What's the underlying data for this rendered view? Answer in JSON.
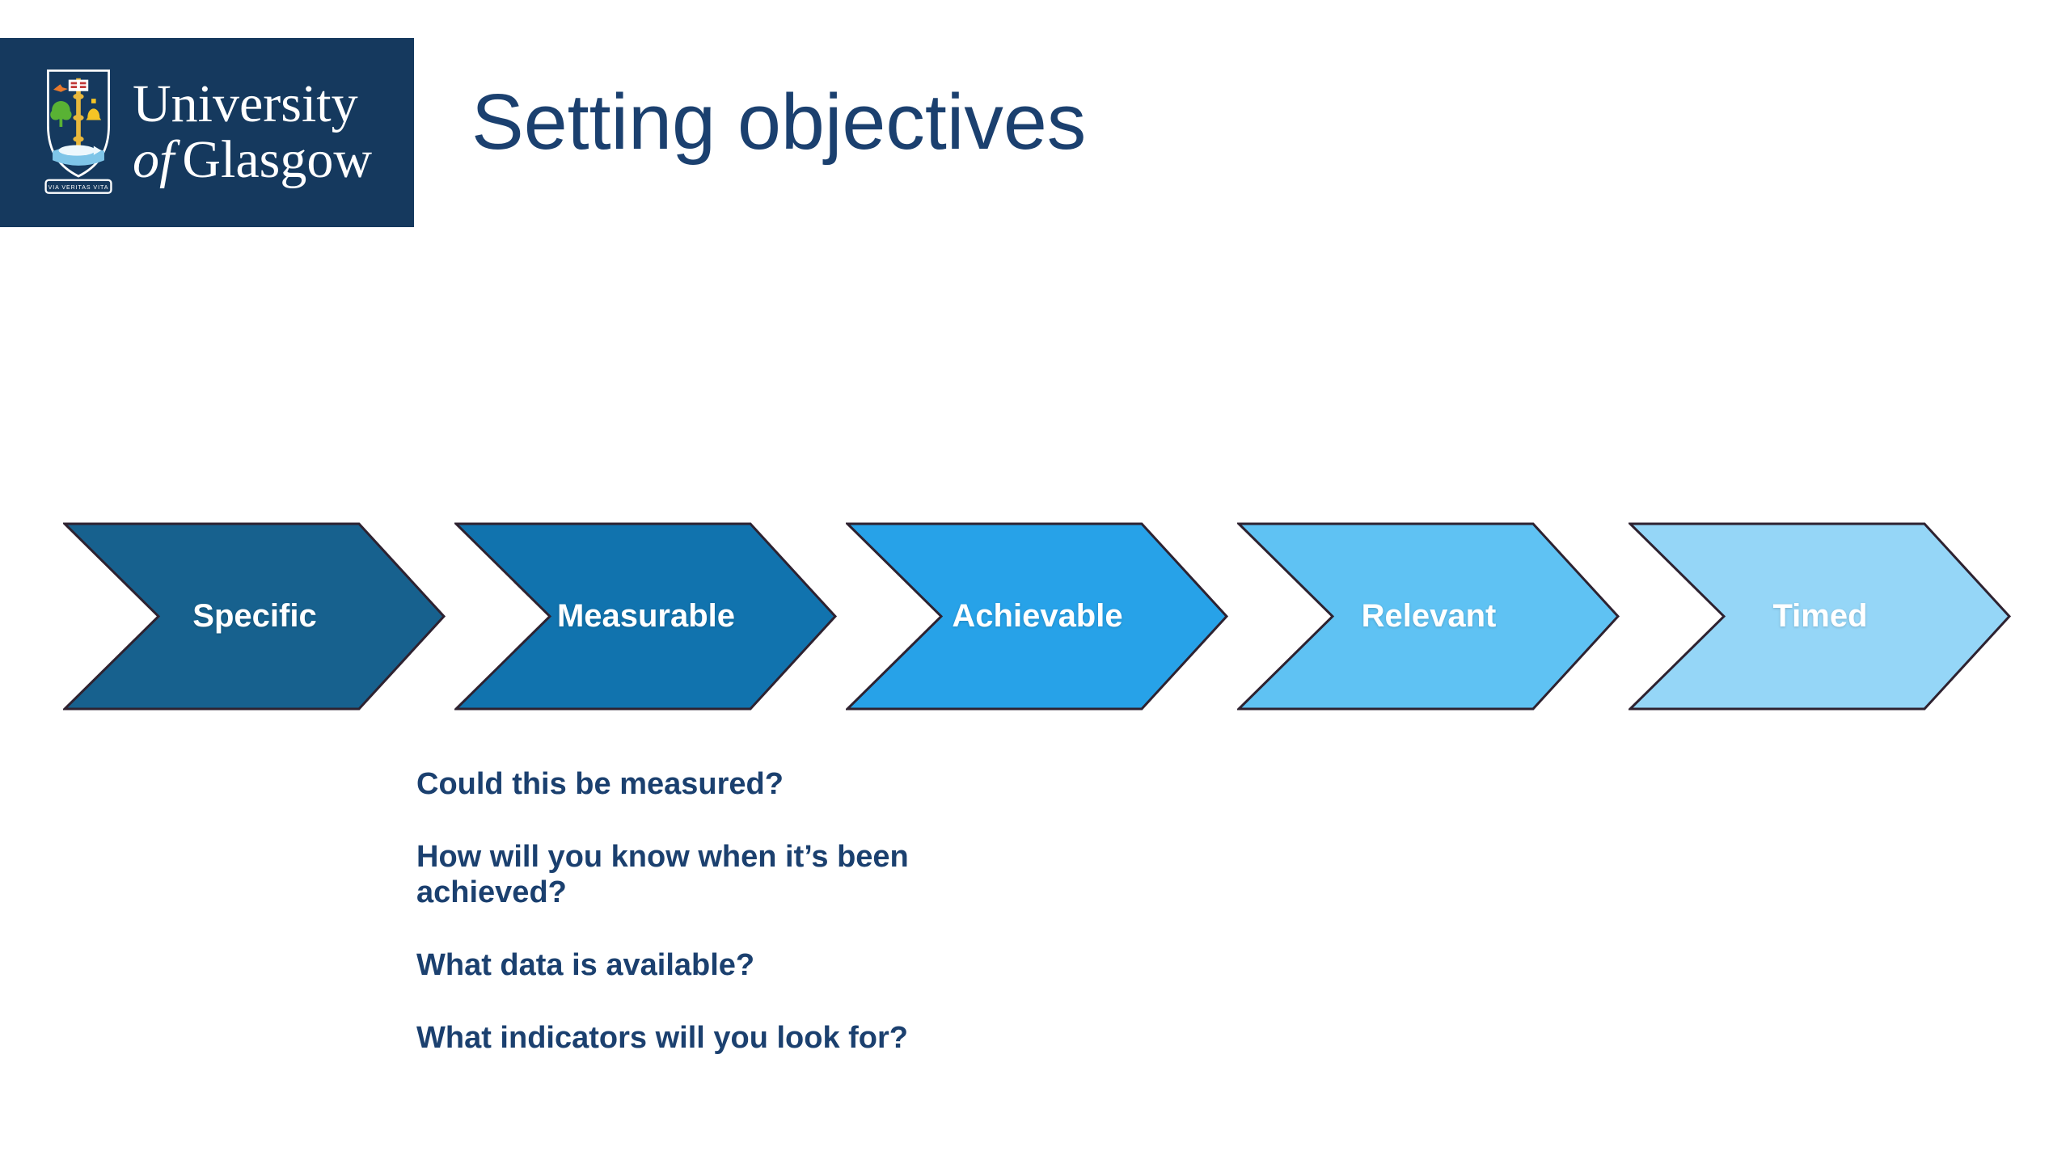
{
  "title": "Setting objectives",
  "logo": {
    "line1": "University",
    "line2_of": "of",
    "line2_rest": "Glasgow",
    "motto": "VIA VERITAS VITA"
  },
  "chevrons": [
    {
      "label": "Specific",
      "color": "#17618e"
    },
    {
      "label": "Measurable",
      "color": "#1173ae"
    },
    {
      "label": "Achievable",
      "color": "#27a2e8"
    },
    {
      "label": "Relevant",
      "color": "#5fc2f3"
    },
    {
      "label": "Timed",
      "color": "#95d6f7"
    }
  ],
  "questions": [
    "Could this be measured?",
    "How will you know when it’s been\nachieved?",
    "What data is available?",
    "What indicators will you look for?"
  ],
  "colors": {
    "background": "#ffffff",
    "brand_navy": "#15395e",
    "title_text": "#1b406f",
    "question_text": "#1b406f",
    "chevron_outline": "#2e2230",
    "chevron_label_text": "#ffffff"
  }
}
